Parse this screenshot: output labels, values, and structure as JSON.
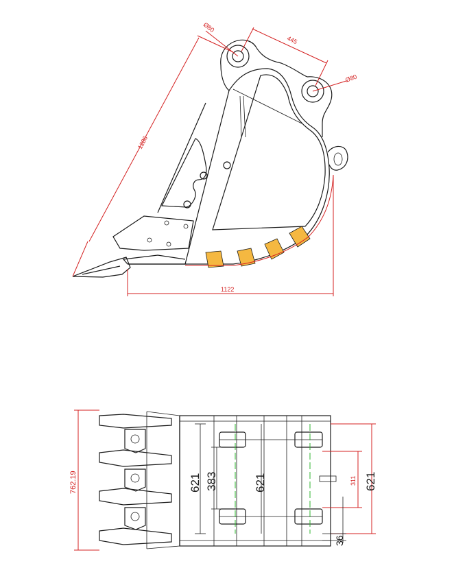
{
  "side_view": {
    "dims": {
      "pin_dia_left": "Ø80",
      "pin_spacing": "445",
      "pin_dia_right": "Ø80",
      "length": "1286",
      "width": "1122"
    }
  },
  "plan_view": {
    "dims": {
      "overall_width": "762.19",
      "inner_width_left": "621",
      "pin_span": "383",
      "inner_width_center": "621",
      "offset": "311",
      "inner_width_right": "621",
      "edge": "36"
    }
  },
  "colors": {
    "dimension": "#d42020",
    "outline": "#1a1a1a",
    "teeth_fill": "#f5b841",
    "centerline": "#2db52d"
  }
}
